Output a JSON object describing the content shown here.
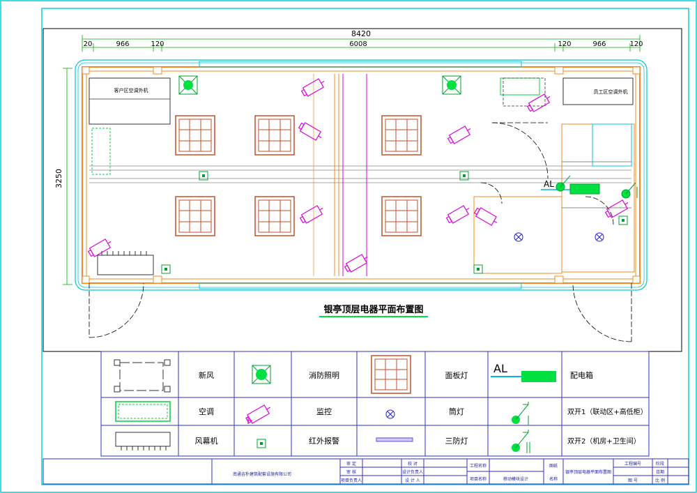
{
  "drawing": {
    "title": "银亭顶层电器平面布置图",
    "dims": {
      "overall": "8420",
      "top": [
        "20",
        "966",
        "120",
        "6008",
        "120",
        "966",
        "120"
      ],
      "height": "3250"
    },
    "rooms": {
      "customer_ac": "客户区空调外机",
      "staff_ac": "员工区空调外机",
      "panel_label": "AL"
    }
  },
  "legend": {
    "rows": [
      [
        {
          "symbol": "fresh-air",
          "label": "新风"
        },
        {
          "symbol": "fire-light",
          "label": "消防照明"
        },
        {
          "symbol": "panel-light",
          "label": "面板灯"
        },
        {
          "symbol": "distribution-box",
          "label": "配电箱"
        }
      ],
      [
        {
          "symbol": "air-conditioner",
          "label": "空调"
        },
        {
          "symbol": "camera",
          "label": "监控"
        },
        {
          "symbol": "downlight",
          "label": "筒灯"
        },
        {
          "symbol": "switch-1",
          "label": "双开1（联动区+高低柜）"
        }
      ],
      [
        {
          "symbol": "air-curtain",
          "label": "风幕机"
        },
        {
          "symbol": "infrared",
          "label": "红外报警"
        },
        {
          "symbol": "tri-proof-light",
          "label": "三防灯"
        },
        {
          "symbol": "switch-2",
          "label": "双开2（机房+卫生间）"
        }
      ]
    ],
    "distribution_label": "AL"
  },
  "titleblock": {
    "company": "南通吉朴建筑配套设施有限公司",
    "cells": [
      "审 定",
      "审 核",
      "项目负责人",
      "校 对",
      "设计负责人",
      "设 计 人",
      "工程名称",
      "项目名称",
      "移动模块设计",
      "图纸",
      "名称",
      "银亭顶层电器平面布置图",
      "工程编号",
      "图 号",
      "阶段",
      "日期",
      "比 例"
    ]
  },
  "colors": {
    "frame": "#00e5ee",
    "wall": "#f08a1f",
    "magenta": "#e000e0",
    "green": "#00e040",
    "grid": "#3030c0"
  }
}
